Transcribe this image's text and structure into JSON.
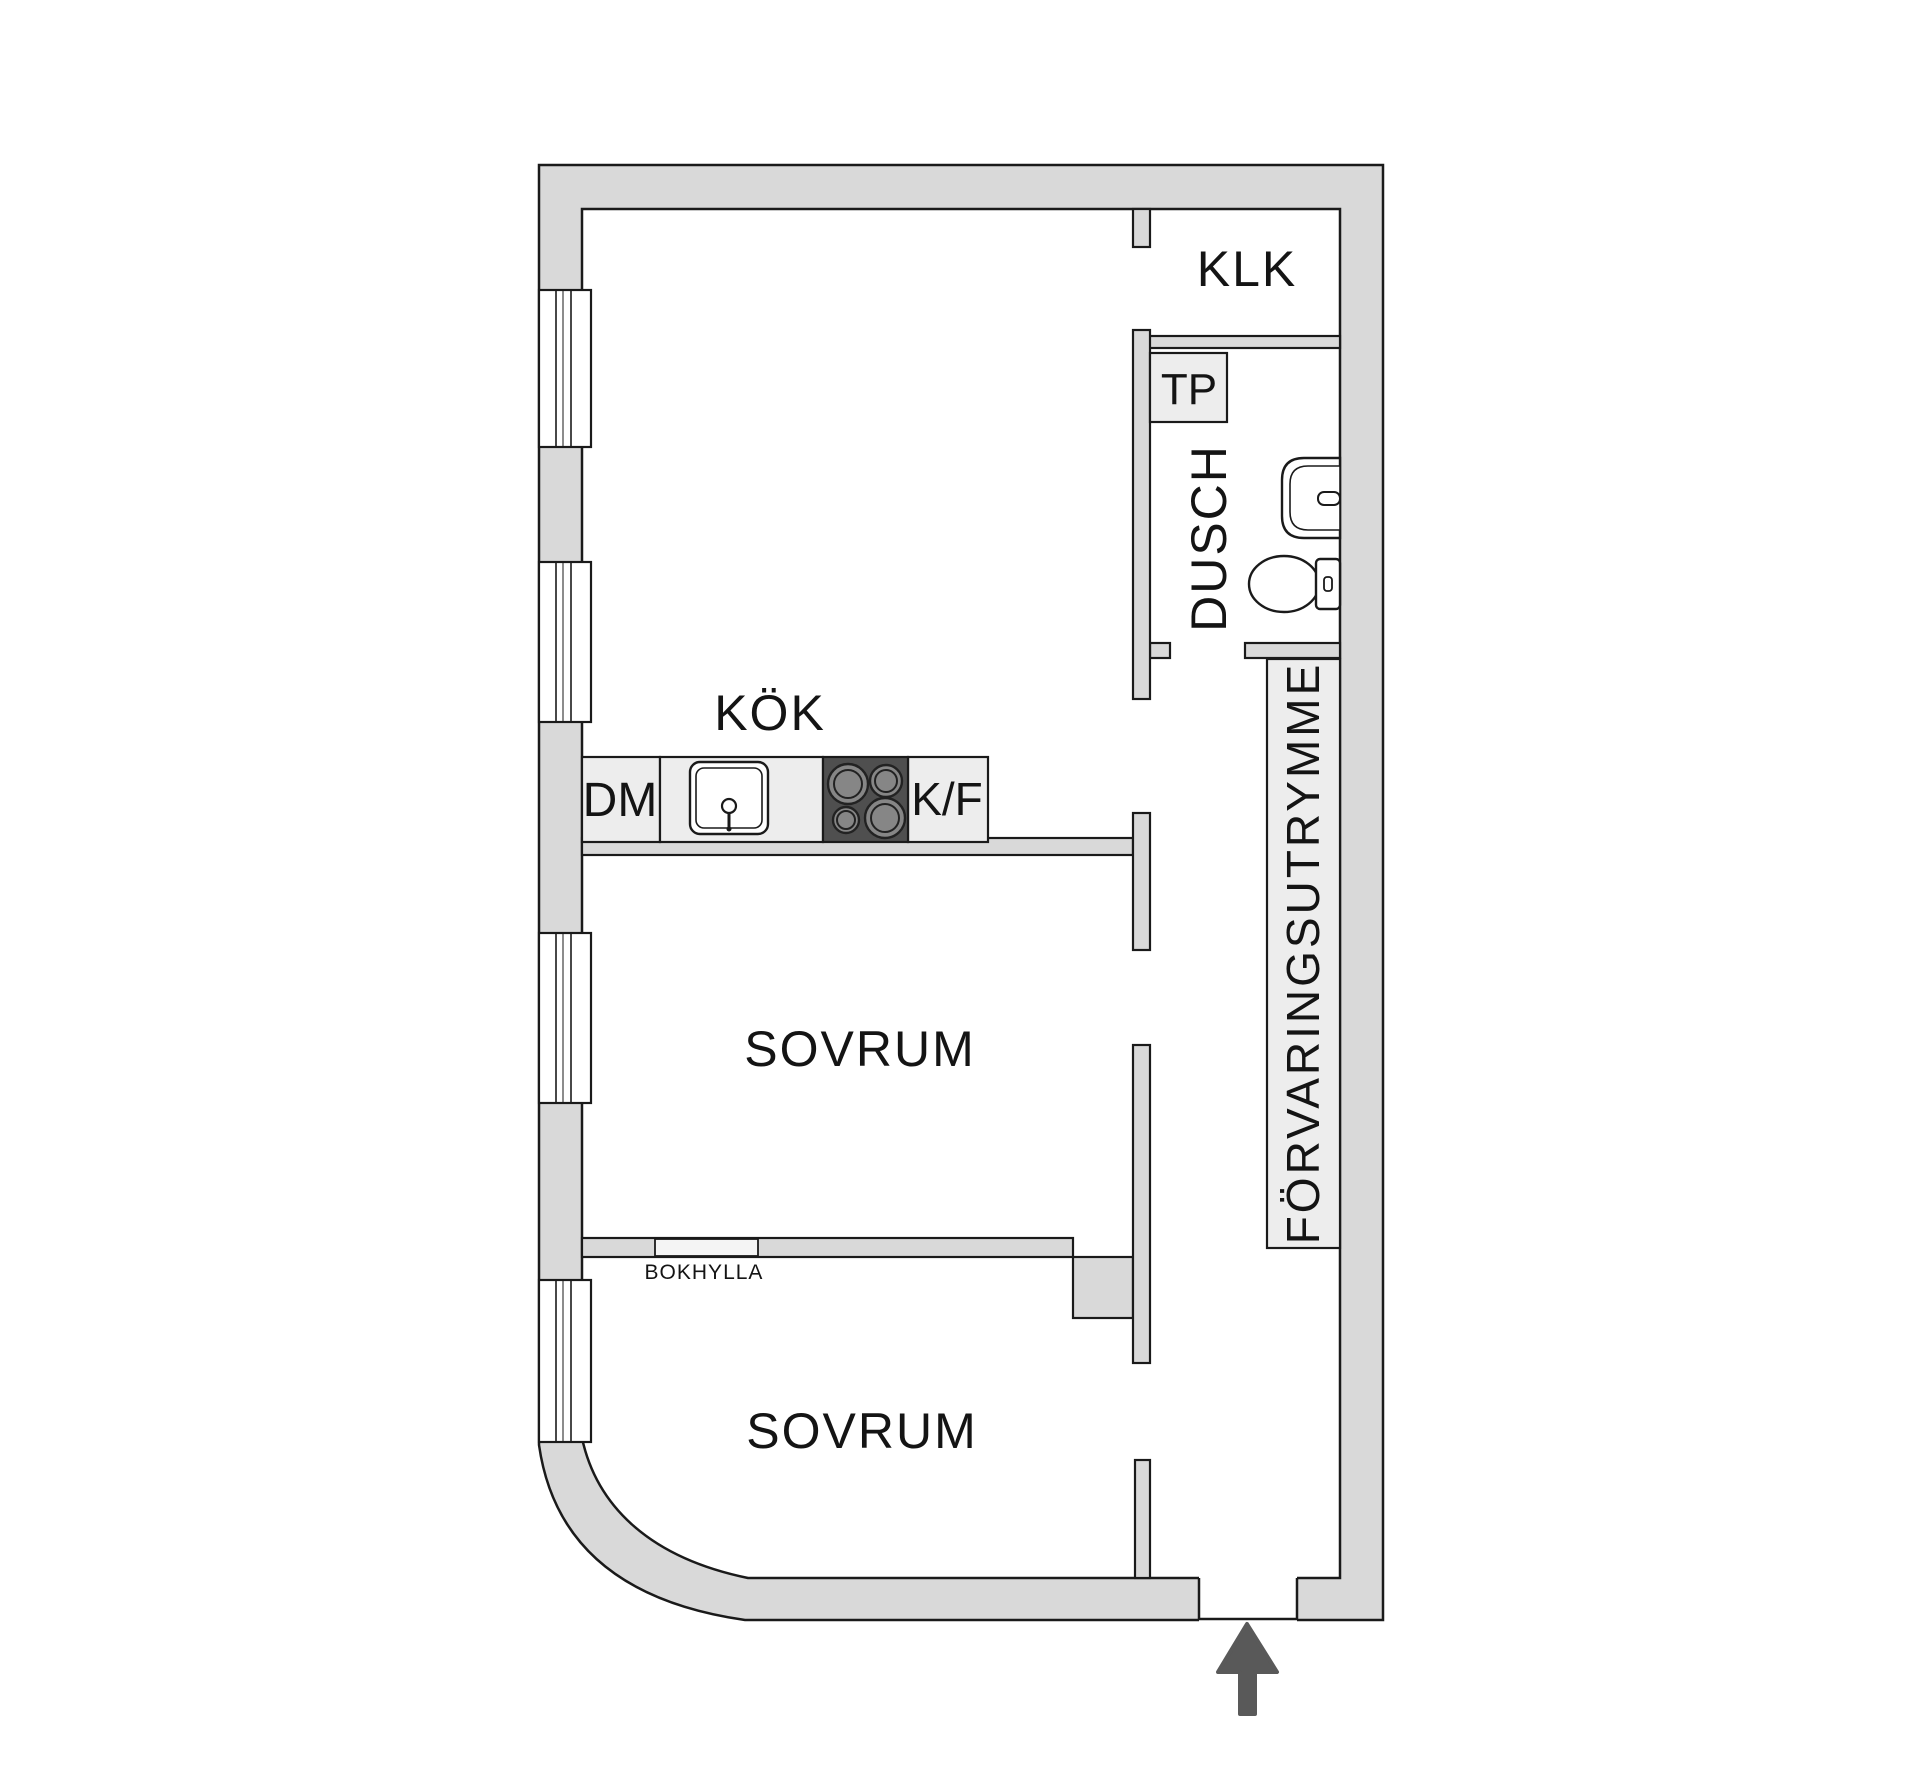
{
  "plan_title": "apartment-floor-plan",
  "rooms": {
    "closet": {
      "label": "KLK"
    },
    "shower": {
      "label": "DUSCH"
    },
    "kitchen": {
      "label": "KÖK"
    },
    "bedroom1": {
      "label": "SOVRUM"
    },
    "bedroom2": {
      "label": "SOVRUM"
    },
    "storage": {
      "label": "FÖRVARINGSUTRYMME"
    }
  },
  "fixtures": {
    "dishwasher": {
      "label": "DM"
    },
    "fridge_freezer": {
      "label": "K/F"
    },
    "drying_unit": {
      "label": "TP"
    },
    "bookshelf": {
      "label": "BOKHYLLA"
    }
  },
  "icons": [
    "entry-arrow",
    "kitchen-sink",
    "stove-burners",
    "washbasin",
    "toilet",
    "window-symbol"
  ],
  "colors": {
    "background": "#ffffff",
    "wall_fill": "#d9d9d9",
    "wall_stroke": "#1a1a1a",
    "fixture_fill": "#ededed",
    "stove_fill": "#4f4f4f",
    "burner_fill": "#868686",
    "burner_ring": "#222222",
    "arrow": "#595959",
    "label_color": "#141414"
  }
}
